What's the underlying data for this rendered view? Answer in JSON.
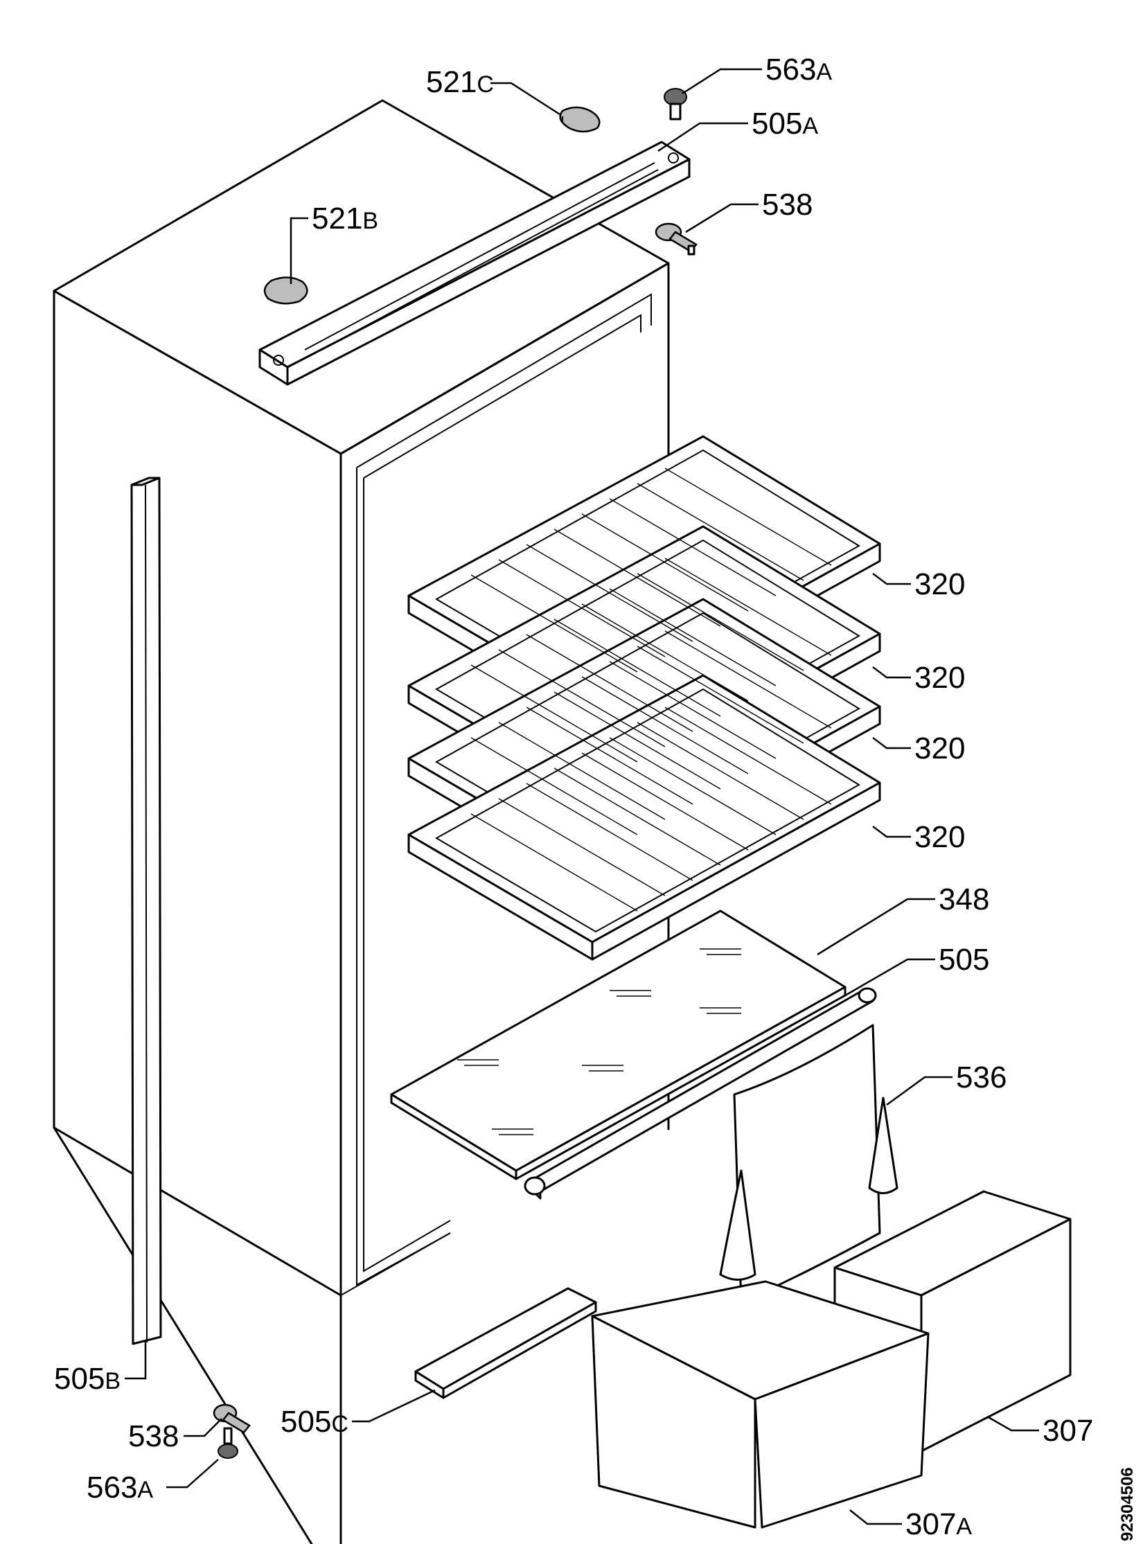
{
  "labels": {
    "p521c": {
      "main": "521",
      "suffix": "C"
    },
    "p563a_top": {
      "main": "563",
      "suffix": "A"
    },
    "p505a": {
      "main": "505",
      "suffix": "A"
    },
    "p521b": {
      "main": "521",
      "suffix": "B"
    },
    "p538_top": {
      "main": "538",
      "suffix": ""
    },
    "p320_1": {
      "main": "320",
      "suffix": ""
    },
    "p320_2": {
      "main": "320",
      "suffix": ""
    },
    "p320_3": {
      "main": "320",
      "suffix": ""
    },
    "p320_4": {
      "main": "320",
      "suffix": ""
    },
    "p348": {
      "main": "348",
      "suffix": ""
    },
    "p505": {
      "main": "505",
      "suffix": ""
    },
    "p536": {
      "main": "536",
      "suffix": ""
    },
    "p505b": {
      "main": "505",
      "suffix": "B"
    },
    "p505c": {
      "main": "505",
      "suffix": "C"
    },
    "p538_bottom": {
      "main": "538",
      "suffix": ""
    },
    "p563a_bottom": {
      "main": "563",
      "suffix": "A"
    },
    "p307": {
      "main": "307",
      "suffix": ""
    },
    "p307a": {
      "main": "307",
      "suffix": "A"
    }
  },
  "drawing_code": "92304506"
}
